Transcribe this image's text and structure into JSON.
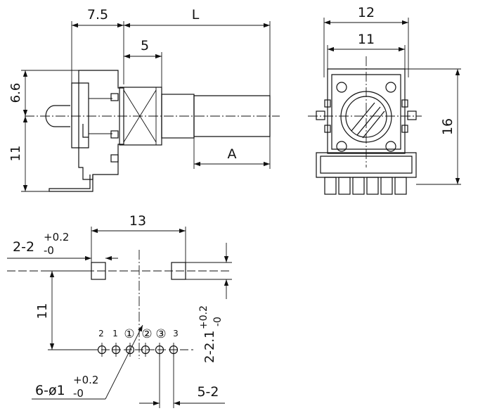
{
  "side_view": {
    "dim_width": "7.5",
    "dim_length": "L",
    "dim_bush": "5",
    "dim_upper": "6.6",
    "dim_lower": "11",
    "dim_shaft": "A"
  },
  "front_view": {
    "dim_outer_width": "12",
    "dim_inner_width": "11",
    "dim_height": "16"
  },
  "footprint": {
    "dim_span": "13",
    "dim_mount_hole": "2-2",
    "dim_mount_tol_plus": "+0.2",
    "dim_mount_tol_minus": "-0",
    "dim_row_distance": "11",
    "dim_slot": "2-2.1",
    "dim_slot_tol_plus": "+0.2",
    "dim_slot_tol_minus": "-0",
    "dim_pin_holes": "6-ø1",
    "dim_pin_tol_plus": "+0.2",
    "dim_pin_tol_minus": "-0",
    "dim_pitch": "5-2",
    "pin_labels": [
      "2",
      "1",
      "①",
      "②",
      "③",
      "3"
    ]
  }
}
